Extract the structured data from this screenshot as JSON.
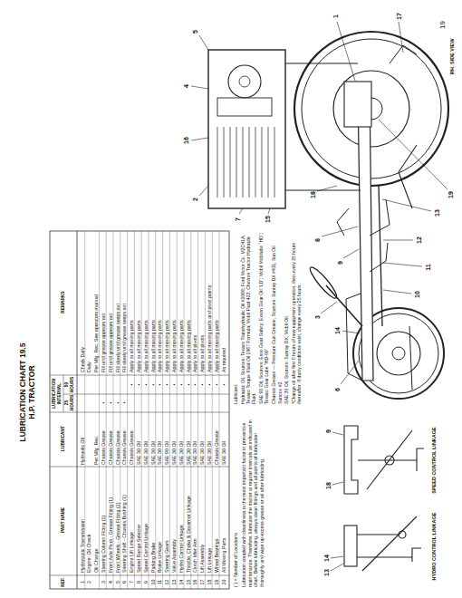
{
  "diagram": {
    "title": "LUBRICATION CHART 19.5 H.P. TRACTOR",
    "labels": [
      "REF.",
      "PART NAME",
      "LUBRICANT",
      "LUBRICATION INTERVAL",
      "25 HOURS",
      "50 HOURS",
      "REMARKS",
      "1",
      "Hydrostatic Transmission",
      "Hydraulic Oil",
      "Check Daily",
      "2",
      "Engine: Oil Check",
      "Daily",
      "Oil Change",
      "Per Mfg. Rec.",
      "Per Mfg. Rec. See operators manual",
      "3",
      "Steering Column Fitting (1)",
      "Chassis Grease",
      "•",
      "Fill until grease appears out",
      "4",
      "Front Axle Pivot - Grease Fitting (1)",
      "Chassis Grease",
      "•",
      "Fill until grease appears out",
      "5",
      "Front Wheels - Grease Fitting (2)",
      "Chassis Grease",
      "•",
      "Fill slowly until grease seeps out",
      "6",
      "Steering Shaft - Chassis Bushing (1)",
      "Chassis Grease",
      "•",
      "Fill slowly until grease seeps out",
      "7",
      "Engine Lift Linkage",
      "Chassis Grease",
      "•",
      "Apply to all moving parts",
      "8",
      "Speed Range Selector",
      "SAE 30 Oil",
      "•",
      "Apply to all moving parts",
      "9",
      "Speed Control Linkage",
      "SAE 30 Oil",
      "•",
      "Apply to all moving parts",
      "10",
      "Parking Brake",
      "SAE 30 Oil",
      "•",
      "Apply to all moving parts",
      "11",
      "Brake Linkage",
      "SAE 30 Oil",
      "•",
      "Apply to all moving parts",
      "12",
      "Steering Gears",
      "SAE 90 Oil",
      "•",
      "Apply to all moving parts",
      "13",
      "Valve Assembly",
      "SAE 30 Oil",
      "•",
      "Apply to all moving parts",
      "14",
      "Hydro Control Linkage",
      "SAE 30 Oil",
      "•",
      "Apply to all moving parts",
      "15",
      "Throttle, Choke & Governor Linkage",
      "SAE 30 Oil",
      "•",
      "Apply to all moving parts",
      "16",
      "Clutch Idler Arm",
      "SAE 30 Oil",
      "•",
      "Apply to all pivots",
      "17",
      "Lift Assembly",
      "SAE 30 Oil",
      "•",
      "Apply to all pivots",
      "18",
      "Lift Linkage",
      "SAE 30 Oil",
      "•",
      "Apply to all moving parts and pivot points",
      "19",
      "Wheel Bearings",
      "Chassis Grease",
      "•",
      "Apply to all moving parts",
      "20",
      "All Moving Parts",
      "SAE 30 Oil",
      "•",
      "As required",
      "( ) = Number of Locations",
      "Lubrication coupled with cleanliness is the most important factor in preventive maintenance. Therefore, lubricate the tractor at regular intervals as indicated in chart. Before lubricating, always clean fittings and all points of lubrication thoroughly and wipe up excess grease or oil after lubricating.",
      "Lubricant:",
      "Hydraulic Oil, Sources: Texaco Transhydraulic Oil #2066; Ford Motor Co. M2C41A; Texaco Torque Fluid Oil 1967 Formula; Mobil Fluid 423; Chevron Tractor Hydraulic Fluid.",
      "SAE 90 Oil, Sources: Esso Gear Safety; Exxon Gear Oil \"LD\"; Mobil Mobilube \"HD\"; Texaco Gear Lube \"HD-90\"",
      "Chassis Grease — Pressure Gun Grease, Sources: Sunray DX #411; Sun Oil Sunoco #2.",
      "SAE 30 Oil, Sources: Sunray DX; Mobil Oil.",
      "*Change oil after first 5 hours of new equipment operation, then every 25 hours thereafter. If dusty conditions exist, change every 25 hours.",
      "RH. SIDE VIEW",
      "HYDRO CONTROL LINKAGE",
      "SPEED CONTROL LINKAGE",
      "2",
      "16",
      "4",
      "5",
      "7",
      "15",
      "1",
      "17",
      "19",
      "3",
      "6",
      "14",
      "8",
      "9",
      "10",
      "11",
      "12",
      "13",
      "18",
      "13",
      "14",
      "18",
      "9",
      "19"
    ]
  }
}
